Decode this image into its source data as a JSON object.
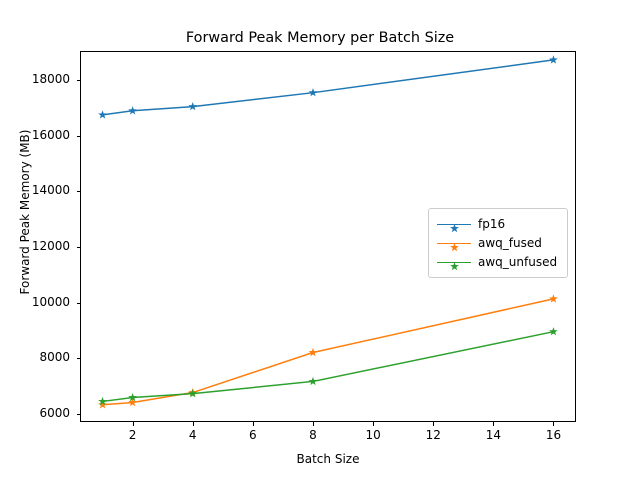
{
  "chart_data": {
    "type": "line",
    "title": "Forward Peak Memory per Batch Size",
    "xlabel": "Batch Size",
    "ylabel": "Forward Peak Memory (MB)",
    "x": [
      1,
      2,
      4,
      8,
      16
    ],
    "xlim": [
      0.25,
      16.75
    ],
    "ylim": [
      5700,
      19050
    ],
    "xticks": [
      2,
      4,
      6,
      8,
      10,
      12,
      14,
      16
    ],
    "xtick_labels": [
      "2",
      "4",
      "6",
      "8",
      "10",
      "12",
      "14",
      "16"
    ],
    "yticks": [
      6000,
      8000,
      10000,
      12000,
      14000,
      16000,
      18000
    ],
    "ytick_labels": [
      "6000",
      "8000",
      "10000",
      "12000",
      "14000",
      "16000",
      "18000"
    ],
    "grid": false,
    "legend_position": "center right",
    "marker": "star",
    "series": [
      {
        "name": "fp16",
        "color": "#1f77b4",
        "values": [
          16750,
          16900,
          17050,
          17550,
          18730
        ]
      },
      {
        "name": "awq_fused",
        "color": "#ff7f0e",
        "values": [
          6320,
          6400,
          6760,
          8200,
          10130
        ]
      },
      {
        "name": "awq_unfused",
        "color": "#2ca02c",
        "values": [
          6440,
          6580,
          6720,
          7160,
          8950
        ]
      }
    ]
  },
  "legend": {
    "entries": [
      {
        "label": "fp16"
      },
      {
        "label": "awq_fused"
      },
      {
        "label": "awq_unfused"
      }
    ]
  }
}
